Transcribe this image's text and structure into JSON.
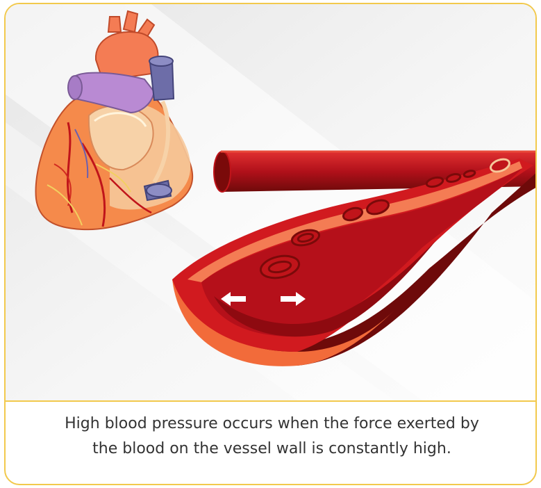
{
  "caption": {
    "line1": "High blood pressure occurs when the force exerted by",
    "line2": "the blood on the vessel wall is constantly high."
  },
  "colors": {
    "border": "#f2c94c",
    "vessel_outer": "#f26b3a",
    "vessel_wall": "#c0141a",
    "vessel_dark": "#7a0a0a",
    "heart_orange": "#f58a4b",
    "vein_purple": "#b98ad3",
    "vena_cava_blue": "#6d6da8",
    "arrow": "#ffffff"
  },
  "icons": {
    "heart": "heart-illustration",
    "vessel": "blood-vessel-cross-section",
    "pressure_arrows": "outward-arrows"
  }
}
